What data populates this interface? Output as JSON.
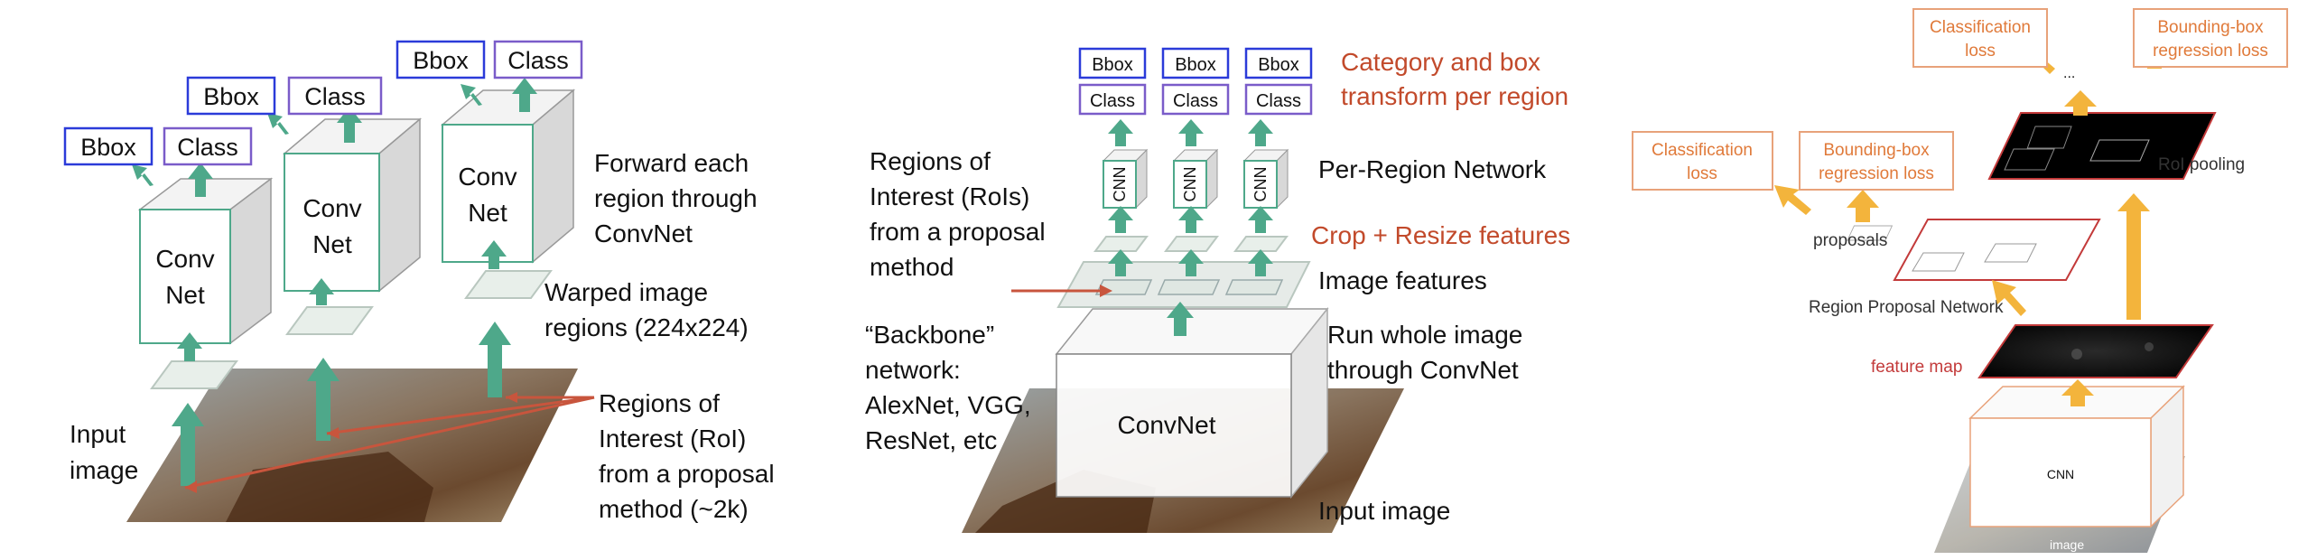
{
  "colors": {
    "green": "#4ea88a",
    "blue_box": "#2b3bd9",
    "purple_box": "#7a5cc9",
    "red_text": "#c24a2b",
    "orange": "#f3b43c",
    "orange_box": "#e8a27a",
    "feature_red": "#c33a3a"
  },
  "panel1": {
    "heads": [
      {
        "bbox": "Bbox",
        "class": "Class"
      },
      {
        "bbox": "Bbox",
        "class": "Class"
      },
      {
        "bbox": "Bbox",
        "class": "Class"
      }
    ],
    "conv_labels": [
      {
        "line1": "Conv",
        "line2": "Net"
      },
      {
        "line1": "Conv",
        "line2": "Net"
      },
      {
        "line1": "Conv",
        "line2": "Net"
      }
    ],
    "forward_text": [
      "Forward each",
      "region through",
      "ConvNet"
    ],
    "warped_text": [
      "Warped image",
      "regions (224x224)"
    ],
    "rois_text": [
      "Regions of",
      "Interest (RoI)",
      "from a proposal",
      "method (~2k)"
    ],
    "input_text": [
      "Input",
      "image"
    ]
  },
  "panel2": {
    "heads": [
      {
        "bbox": "Bbox",
        "class": "Class"
      },
      {
        "bbox": "Bbox",
        "class": "Class"
      },
      {
        "bbox": "Bbox",
        "class": "Class"
      }
    ],
    "cnn_label": "CNN",
    "category_text": [
      "Category and box",
      "transform per region"
    ],
    "per_region": "Per-Region Network",
    "crop_resize": "Crop + Resize features",
    "image_features": "Image features",
    "rois_text": [
      "Regions of",
      "Interest (RoIs)",
      "from a proposal",
      "method"
    ],
    "backbone_text": [
      "“Backbone”",
      "network:",
      "AlexNet, VGG,",
      "ResNet, etc"
    ],
    "run_whole": [
      "Run whole image",
      "through ConvNet"
    ],
    "convnet": "ConvNet",
    "input_image": "Input image"
  },
  "panel3": {
    "cls_loss_top": [
      "Classification",
      "loss"
    ],
    "bbox_loss_top": [
      "Bounding-box",
      "regression loss"
    ],
    "ellipsis": "...",
    "roi_pooling": "RoI pooling",
    "cls_loss_left": [
      "Classification",
      "loss"
    ],
    "bbox_loss_left": [
      "Bounding-box",
      "regression loss"
    ],
    "proposals": "proposals",
    "rpn": "Region Proposal Network",
    "feature_map": "feature map",
    "cnn": "CNN",
    "image": "image"
  }
}
